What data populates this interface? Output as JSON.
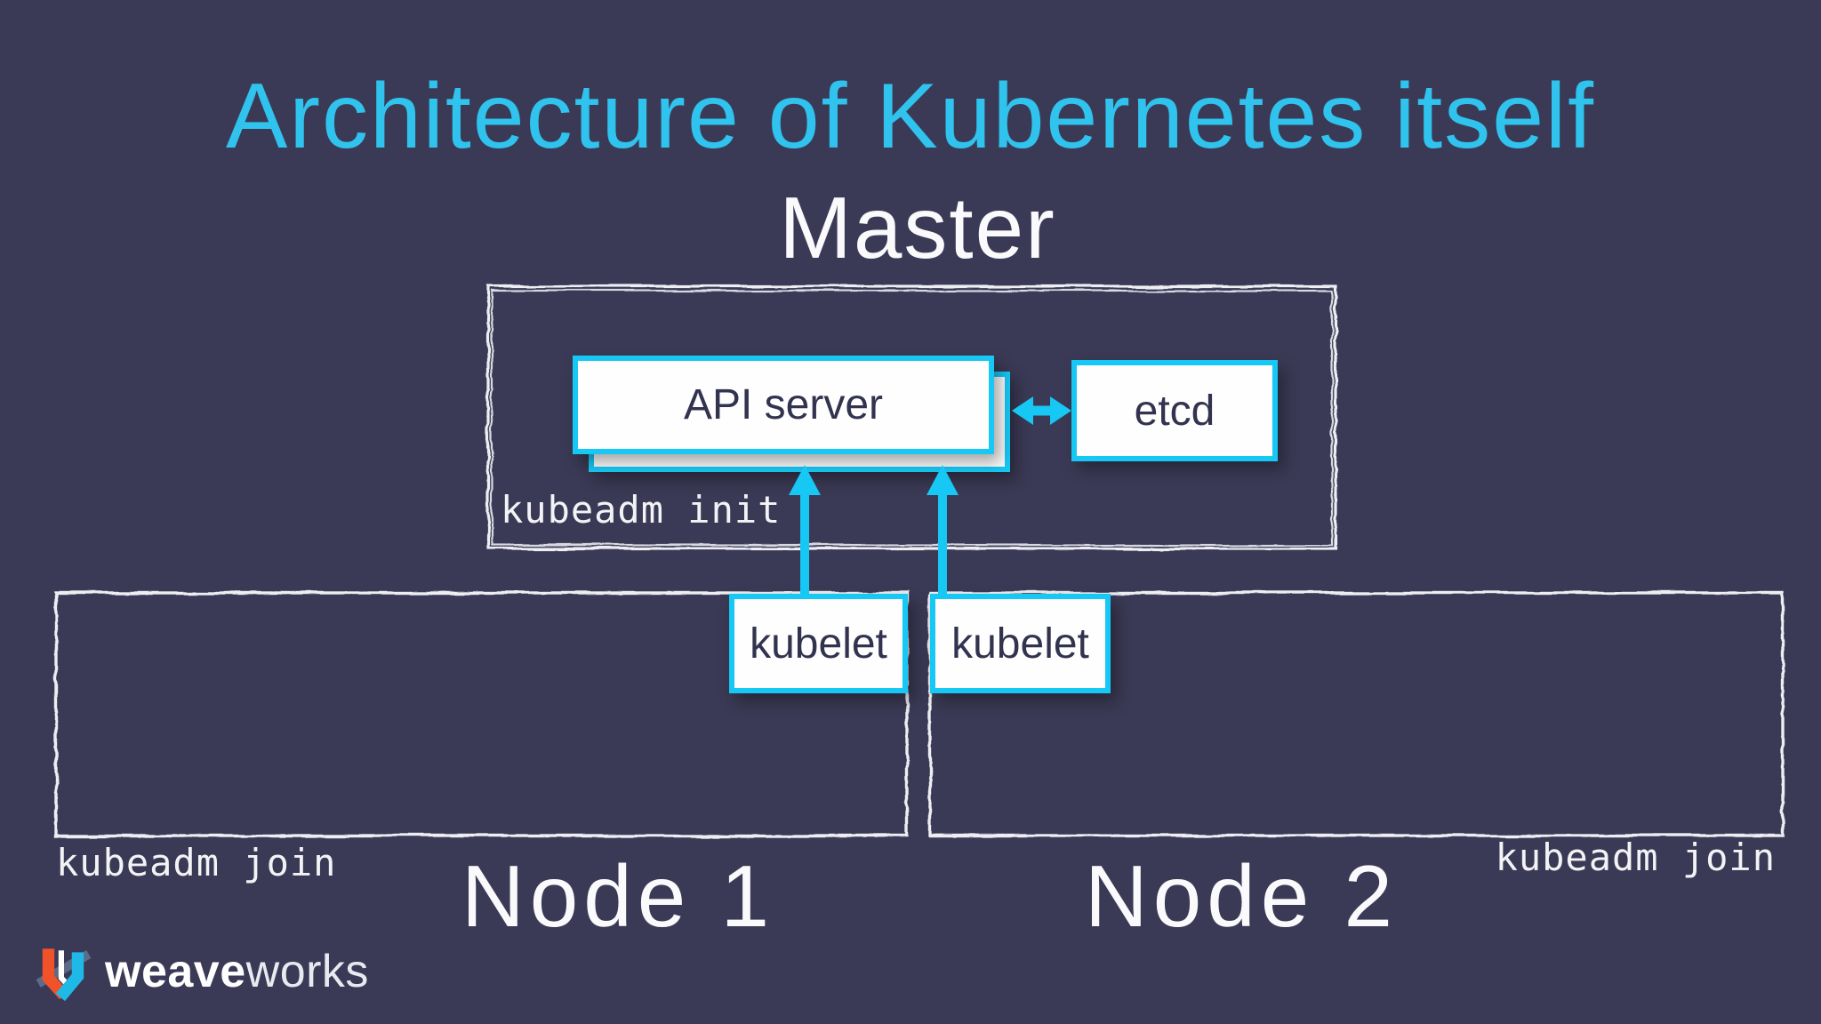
{
  "slide": {
    "title": "Architecture of Kubernetes itself"
  },
  "master": {
    "label": "Master",
    "api_server_label": "API server",
    "etcd_label": "etcd",
    "init_command": "kubeadm init"
  },
  "nodes": {
    "node1": {
      "label": "Node 1",
      "kubelet_label": "kubelet",
      "join_command": "kubeadm join"
    },
    "node2": {
      "label": "Node 2",
      "kubelet_label": "kubelet",
      "join_command": "kubeadm join"
    }
  },
  "branding": {
    "bold": "weave",
    "light": "works"
  },
  "colors": {
    "background": "#3B3A56",
    "title_cyan": "#2FC3EE",
    "accent_cyan": "#17C7F4",
    "box_text": "#32334E",
    "sketch_line": "#EDEDF2",
    "logo_orange": "#F0532A",
    "logo_slate": "#5C6B88",
    "logo_cyan": "#1FB9E8"
  }
}
